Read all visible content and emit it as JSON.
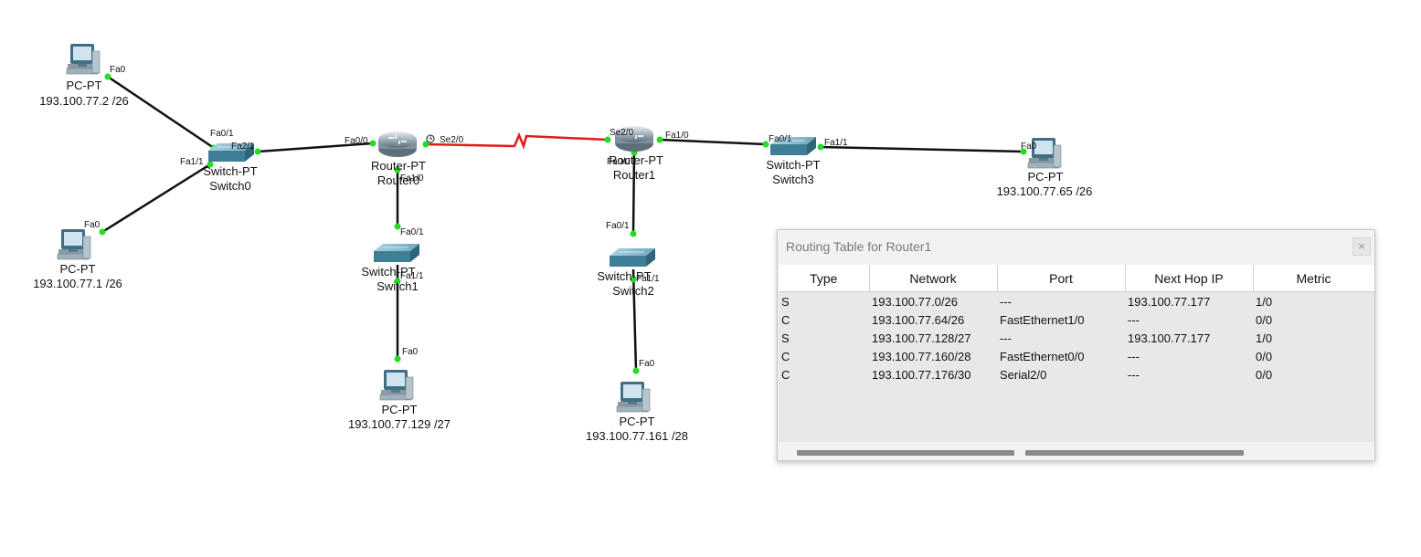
{
  "devices": {
    "pc_left_top": {
      "type": "PC-PT",
      "ip": "193.100.77.2 /26",
      "port": "Fa0"
    },
    "pc_left_bottom": {
      "type": "PC-PT",
      "ip": "193.100.77.1 /26",
      "port": "Fa0"
    },
    "switch0": {
      "type": "Switch-PT",
      "name": "Switch0",
      "ports": [
        "Fa0/1",
        "Fa1/1",
        "Fa2/1"
      ]
    },
    "router0": {
      "type": "Router-PT",
      "name": "Router0",
      "ports": [
        "Fa0/0",
        "Se2/0",
        "Fa1/0"
      ]
    },
    "switch1": {
      "type": "Switch-PT",
      "name": "Switch1",
      "ports": [
        "Fa0/1",
        "Fa1/1"
      ]
    },
    "pc_mid_left": {
      "type": "PC-PT",
      "ip": "193.100.77.129 /27",
      "port": "Fa0"
    },
    "router1": {
      "type": "Router-PT",
      "name": "Router1",
      "ports": [
        "Se2/0",
        "Fa1/0",
        "Fa0/0"
      ]
    },
    "switch2": {
      "type": "Switch-PT",
      "name": "Switch2",
      "ports": [
        "Fa0/1",
        "Fa1/1"
      ]
    },
    "pc_mid_right": {
      "type": "PC-PT",
      "ip": "193.100.77.161 /28",
      "port": "Fa0"
    },
    "switch3": {
      "type": "Switch-PT",
      "name": "Switch3",
      "ports": [
        "Fa0/1",
        "Fa1/1"
      ]
    },
    "pc_right": {
      "type": "PC-PT",
      "ip": "193.100.77.65 /26",
      "port": "Fa0"
    }
  },
  "colors": {
    "link": "#111111",
    "serial_link": "#e01b1b",
    "port_up": "#22dd22"
  },
  "routing_table": {
    "title": "Routing Table for Router1",
    "close_label": "×",
    "columns": [
      "Type",
      "Network",
      "Port",
      "Next Hop IP",
      "Metric"
    ],
    "rows": [
      [
        "S",
        "193.100.77.0/26",
        "---",
        "193.100.77.177",
        "1/0"
      ],
      [
        "C",
        "193.100.77.64/26",
        "FastEthernet1/0",
        "---",
        "0/0"
      ],
      [
        "S",
        "193.100.77.128/27",
        "---",
        "193.100.77.177",
        "1/0"
      ],
      [
        "C",
        "193.100.77.160/28",
        "FastEthernet0/0",
        "---",
        "0/0"
      ],
      [
        "C",
        "193.100.77.176/30",
        "Serial2/0",
        "---",
        "0/0"
      ]
    ]
  }
}
